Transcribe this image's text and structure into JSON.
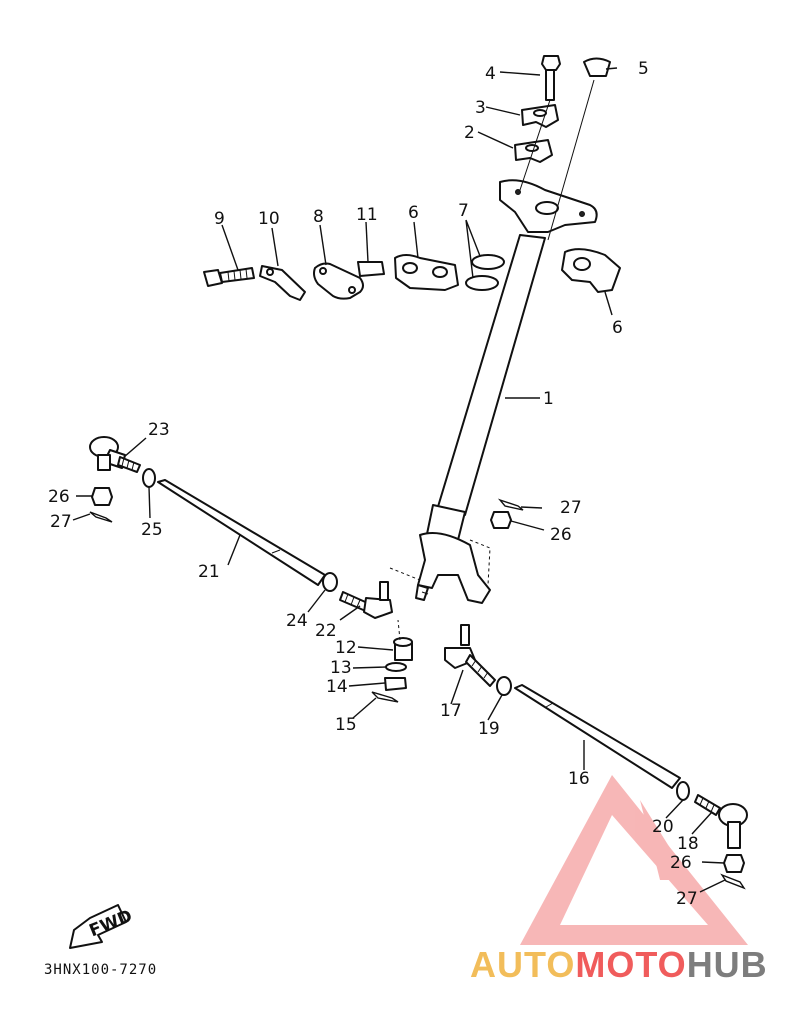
{
  "diagram": {
    "drawing_code": "3HNX100-7270",
    "fwd_label": "FWD",
    "watermark": {
      "part1": "AUTO",
      "part2": "MOTO",
      "part3": "HUB"
    },
    "callouts": [
      {
        "id": "1",
        "text": "1"
      },
      {
        "id": "2",
        "text": "2"
      },
      {
        "id": "3",
        "text": "3"
      },
      {
        "id": "4",
        "text": "4"
      },
      {
        "id": "5",
        "text": "5"
      },
      {
        "id": "6a",
        "text": "6"
      },
      {
        "id": "6b",
        "text": "6"
      },
      {
        "id": "7",
        "text": "7"
      },
      {
        "id": "8",
        "text": "8"
      },
      {
        "id": "9",
        "text": "9"
      },
      {
        "id": "10",
        "text": "10"
      },
      {
        "id": "11",
        "text": "11"
      },
      {
        "id": "12",
        "text": "12"
      },
      {
        "id": "13",
        "text": "13"
      },
      {
        "id": "14",
        "text": "14"
      },
      {
        "id": "15",
        "text": "15"
      },
      {
        "id": "16",
        "text": "16"
      },
      {
        "id": "17",
        "text": "17"
      },
      {
        "id": "18",
        "text": "18"
      },
      {
        "id": "19",
        "text": "19"
      },
      {
        "id": "20",
        "text": "20"
      },
      {
        "id": "21",
        "text": "21"
      },
      {
        "id": "22",
        "text": "22"
      },
      {
        "id": "23",
        "text": "23"
      },
      {
        "id": "24",
        "text": "24"
      },
      {
        "id": "25",
        "text": "25"
      },
      {
        "id": "26a",
        "text": "26"
      },
      {
        "id": "26b",
        "text": "26"
      },
      {
        "id": "26c",
        "text": "26"
      },
      {
        "id": "27a",
        "text": "27"
      },
      {
        "id": "27b",
        "text": "27"
      },
      {
        "id": "27c",
        "text": "27"
      }
    ]
  }
}
